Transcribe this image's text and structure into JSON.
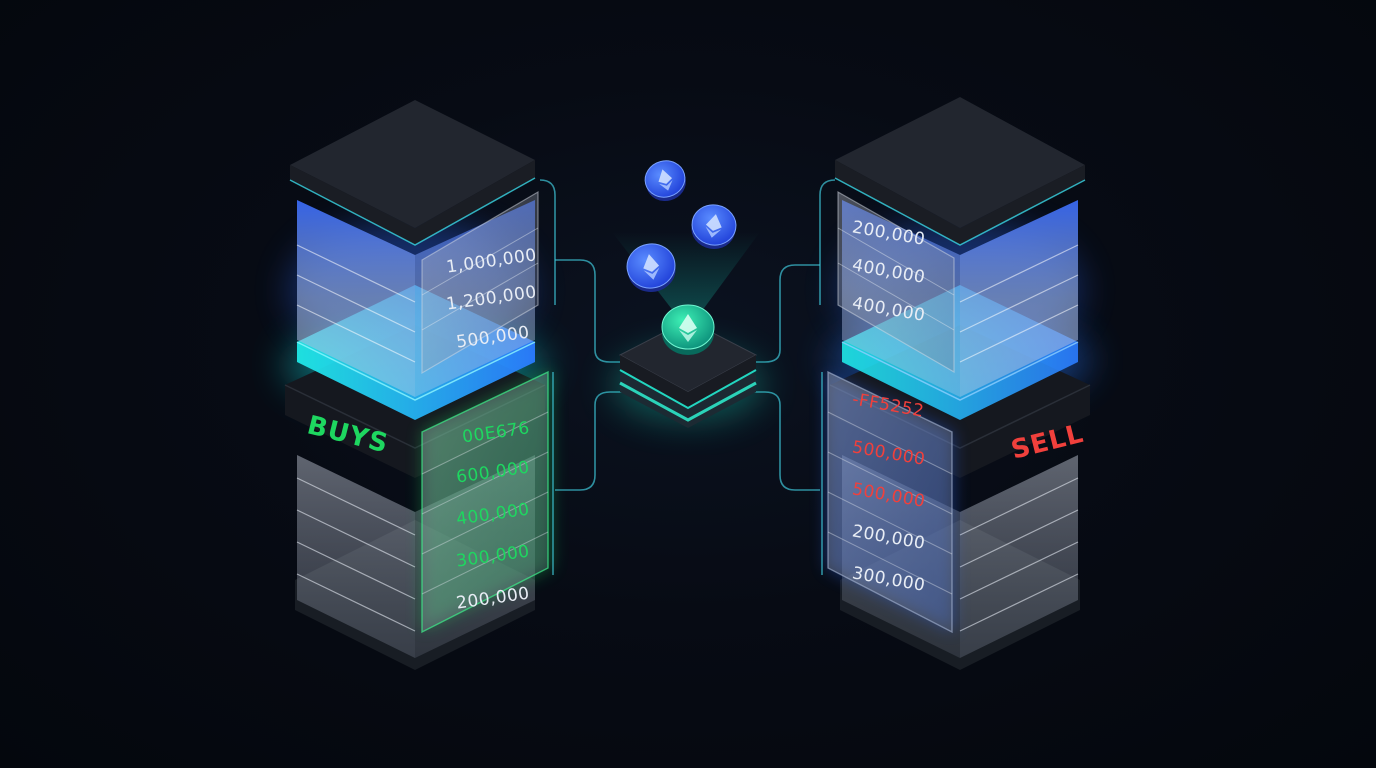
{
  "buy_stack": {
    "title": "BUYS",
    "upper_values": [
      "1,000,000",
      "1,200,000",
      "500,000"
    ],
    "lower_values": [
      "00E676",
      "600,000",
      "400,000",
      "300,000",
      "200,000"
    ]
  },
  "sell_stack": {
    "title": "SELL",
    "upper_values": [
      "200,000",
      "400,000",
      "400,000"
    ],
    "lower_values": [
      "-FF5252",
      "500,000",
      "500,000",
      "200,000",
      "300,000"
    ]
  },
  "colors": {
    "background": "#05080f",
    "buy_accent": "#1ed760",
    "sell_accent": "#f0403c",
    "glow_blue": "#2f6bff",
    "glow_cyan": "#19e0e0",
    "platform_top": "#22262f"
  },
  "coin_icon": "ethereum-icon"
}
